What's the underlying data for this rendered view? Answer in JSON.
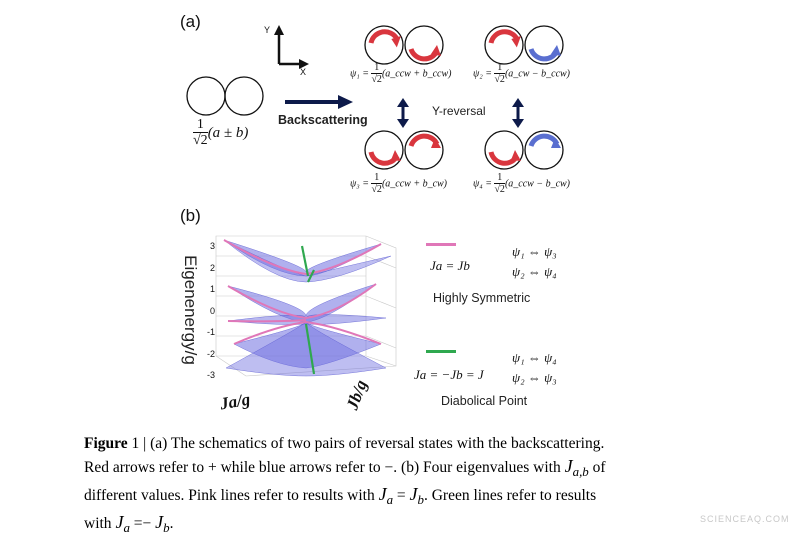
{
  "panel_a": {
    "label": "(a)",
    "axis_y": "Y",
    "axis_x": "X",
    "arrow_label": "Backscattering",
    "y_reversal": "Y-reversal",
    "left_expr_num": "1",
    "left_expr_den": "√2",
    "left_expr_rest": "(a ± b)",
    "states": [
      {
        "lhs": "ψ₁ =",
        "num": "1",
        "den": "√2",
        "rhs": "(a_ccw + b_ccw)"
      },
      {
        "lhs": "ψ₂ =",
        "num": "1",
        "den": "√2",
        "rhs": "(a_cw − b_ccw)"
      },
      {
        "lhs": "ψ₃ =",
        "num": "1",
        "den": "√2",
        "rhs": "(a_ccw + b_cw)"
      },
      {
        "lhs": "ψ₄ =",
        "num": "1",
        "den": "√2",
        "rhs": "(a_ccw − b_cw)"
      }
    ],
    "colors": {
      "plus": "#d9363e",
      "minus": "#5a6fd0"
    }
  },
  "panel_b": {
    "label": "(b)",
    "zlabel": "Eigenenergy/g",
    "xlabel": "Ja/g",
    "ylabel": "Jb/g",
    "z_ticks": [
      "3",
      "2",
      "1",
      "0",
      "-1",
      "-2",
      "-3"
    ],
    "legend_pink": {
      "condition": "Ja = Jb",
      "pair1": "ψ₁ ⇔ ψ₃",
      "pair2": "ψ₂ ⇔ ψ₄",
      "title": "Highly Symmetric",
      "color": "#e077b8"
    },
    "legend_green": {
      "condition": "Ja = −Jb = J",
      "pair1": "ψ₁ ⇔ ψ₄",
      "pair2": "ψ₂ ⇔ ψ₃",
      "title": "Diabolical Point",
      "color": "#2fa84f"
    },
    "surface_color": "#6f6fe0"
  },
  "caption": {
    "fig": "Figure",
    "num": "1 |",
    "line1": "(a) The schematics of two pairs of reversal states with the backscattering.",
    "line2a": "Red arrows refer to + while blue arrows refer to −. (b) Four eigenvalues with",
    "line2b": "J",
    "line2c": "a,b",
    "line2d": "of",
    "line3a": "different values. Pink lines refer to results with",
    "line3b": "J",
    "line3c": "a",
    "line3d": "=",
    "line3e": "J",
    "line3f": "b",
    "line3g": ". Green lines refer to results",
    "line4a": "with",
    "line4b": "J",
    "line4c": "a",
    "line4d": "=−",
    "line4e": "J",
    "line4f": "b",
    "line4g": "."
  },
  "watermark": "SCIENCEAQ.COM"
}
